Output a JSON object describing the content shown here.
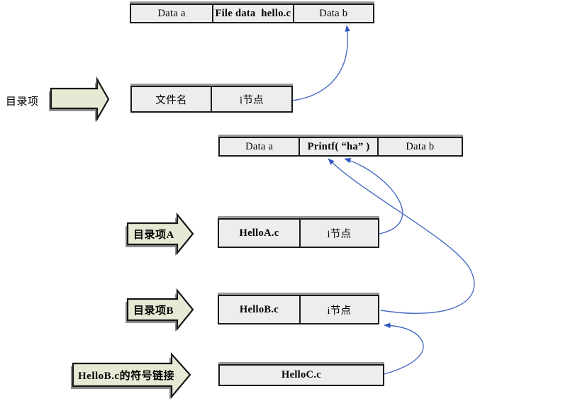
{
  "diagram": {
    "background": "#ffffff",
    "colors": {
      "box_fill": "#ededed",
      "box_border": "#1a1a1a",
      "box_top_shadow": "#9a9a9a",
      "block_arrow_fill": "#e8e9d5",
      "block_arrow_border": "#161616",
      "block_arrow_shadow": "#8f8f8f",
      "connector_line": "#4a6cc3",
      "connector_arrowhead": "#2f55c0",
      "text": "#000000"
    },
    "top_block": {
      "cells": [
        "Data a",
        "File data  hello.c",
        "Data b"
      ]
    },
    "dir_row": {
      "label": "目录项",
      "cells": [
        "文件名",
        "i节点"
      ]
    },
    "mid_block": {
      "cells": [
        "Data a",
        "Printf( “ha” )",
        "Data b"
      ]
    },
    "dir_a_row": {
      "label": "目录项A",
      "cells": [
        "HelloA.c",
        "i节点"
      ]
    },
    "dir_b_row": {
      "label": "目录项B",
      "cells": [
        "HelloB.c",
        "i节点"
      ]
    },
    "symlink_row": {
      "label": "HelloB.c的符号链接",
      "cells": [
        "HelloC.c"
      ]
    }
  }
}
